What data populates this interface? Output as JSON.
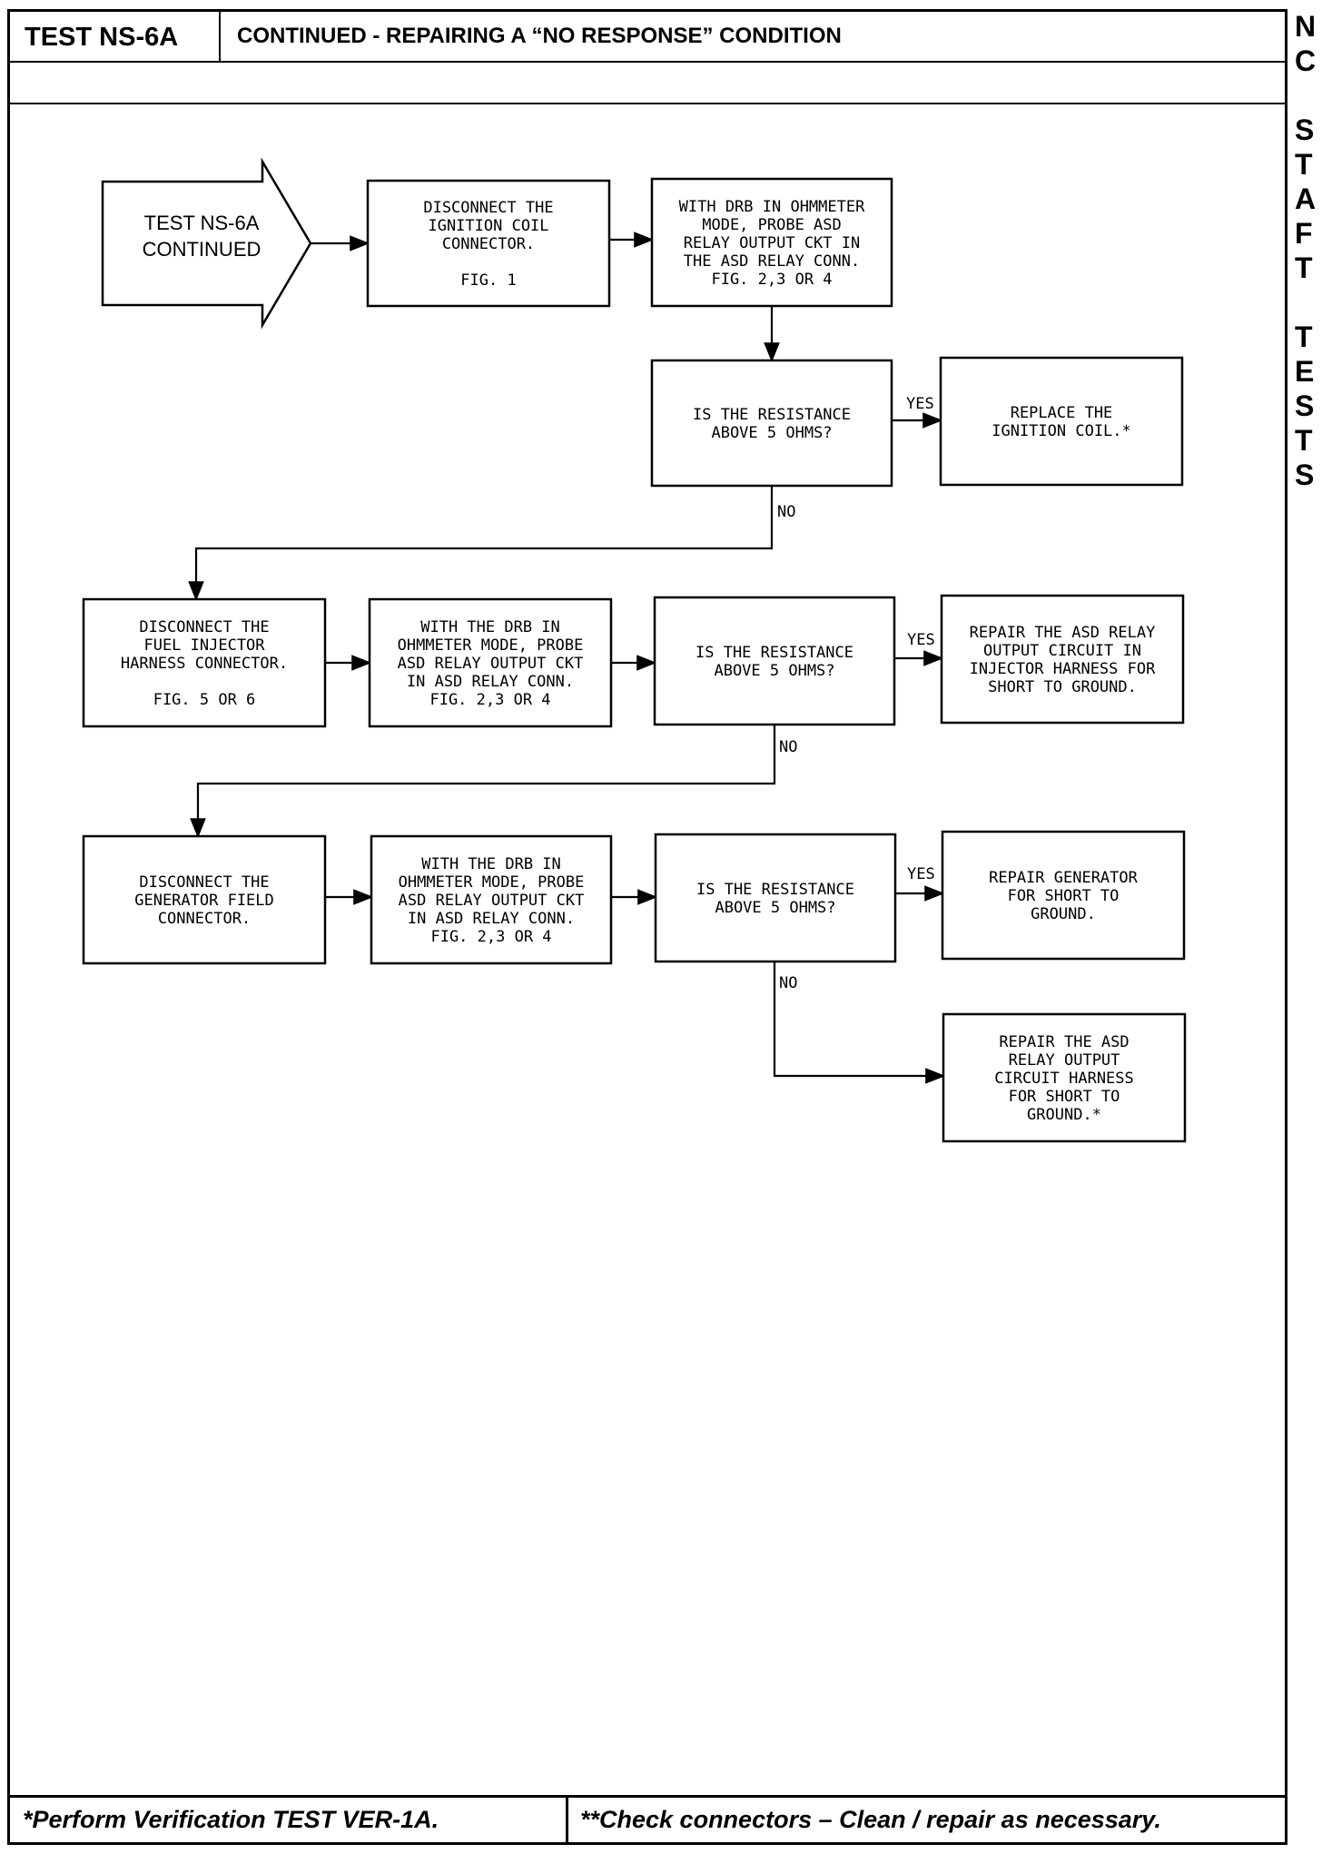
{
  "header": {
    "test_id": "TEST NS-6A",
    "title": "CONTINUED - REPAIRING A “NO RESPONSE” CONDITION"
  },
  "footer": {
    "left": "*Perform Verification TEST VER-1A.",
    "right": "**Check connectors – Clean / repair as necessary."
  },
  "side_strip": [
    "N",
    "C",
    "",
    "S",
    "T",
    "A",
    "F",
    "T",
    "",
    "T",
    "E",
    "S",
    "T",
    "S"
  ],
  "flowchart": {
    "start": [
      "TEST NS-6A",
      "CONTINUED"
    ],
    "nodes": [
      {
        "id": "n1",
        "lines": [
          "DISCONNECT THE",
          "IGNITION COIL",
          "CONNECTOR.",
          "",
          "FIG. 1"
        ]
      },
      {
        "id": "n2",
        "lines": [
          "WITH DRB IN OHMMETER",
          "MODE, PROBE ASD",
          "RELAY OUTPUT CKT IN",
          "THE ASD RELAY CONN.",
          "FIG. 2,3 OR 4"
        ]
      },
      {
        "id": "n3",
        "lines": [
          "IS THE RESISTANCE",
          "ABOVE 5 OHMS?"
        ]
      },
      {
        "id": "n4",
        "lines": [
          "REPLACE THE",
          "IGNITION COIL.*"
        ]
      },
      {
        "id": "n5",
        "lines": [
          "DISCONNECT THE",
          "FUEL INJECTOR",
          "HARNESS CONNECTOR.",
          "",
          "FIG. 5 OR 6"
        ]
      },
      {
        "id": "n6",
        "lines": [
          "WITH THE DRB IN",
          "OHMMETER MODE, PROBE",
          "ASD RELAY OUTPUT CKT",
          "IN ASD RELAY CONN.",
          "FIG. 2,3 OR 4"
        ]
      },
      {
        "id": "n7",
        "lines": [
          "IS THE RESISTANCE",
          "ABOVE 5 OHMS?"
        ]
      },
      {
        "id": "n8",
        "lines": [
          "REPAIR THE ASD RELAY",
          "OUTPUT CIRCUIT IN",
          "INJECTOR HARNESS FOR",
          "SHORT TO GROUND."
        ]
      },
      {
        "id": "n9",
        "lines": [
          "DISCONNECT THE",
          "GENERATOR FIELD",
          "CONNECTOR."
        ]
      },
      {
        "id": "n10",
        "lines": [
          "WITH THE DRB IN",
          "OHMMETER MODE, PROBE",
          "ASD RELAY OUTPUT CKT",
          "IN ASD RELAY CONN.",
          "FIG. 2,3 OR 4"
        ]
      },
      {
        "id": "n11",
        "lines": [
          "IS THE RESISTANCE",
          "ABOVE 5 OHMS?"
        ]
      },
      {
        "id": "n12",
        "lines": [
          "REPAIR GENERATOR",
          "FOR SHORT TO",
          "GROUND."
        ]
      },
      {
        "id": "n13",
        "lines": [
          "REPAIR THE ASD",
          "RELAY OUTPUT",
          "CIRCUIT HARNESS",
          "FOR SHORT TO",
          "GROUND.*"
        ]
      }
    ],
    "edge_labels": {
      "yes": "YES",
      "no": "NO"
    }
  }
}
